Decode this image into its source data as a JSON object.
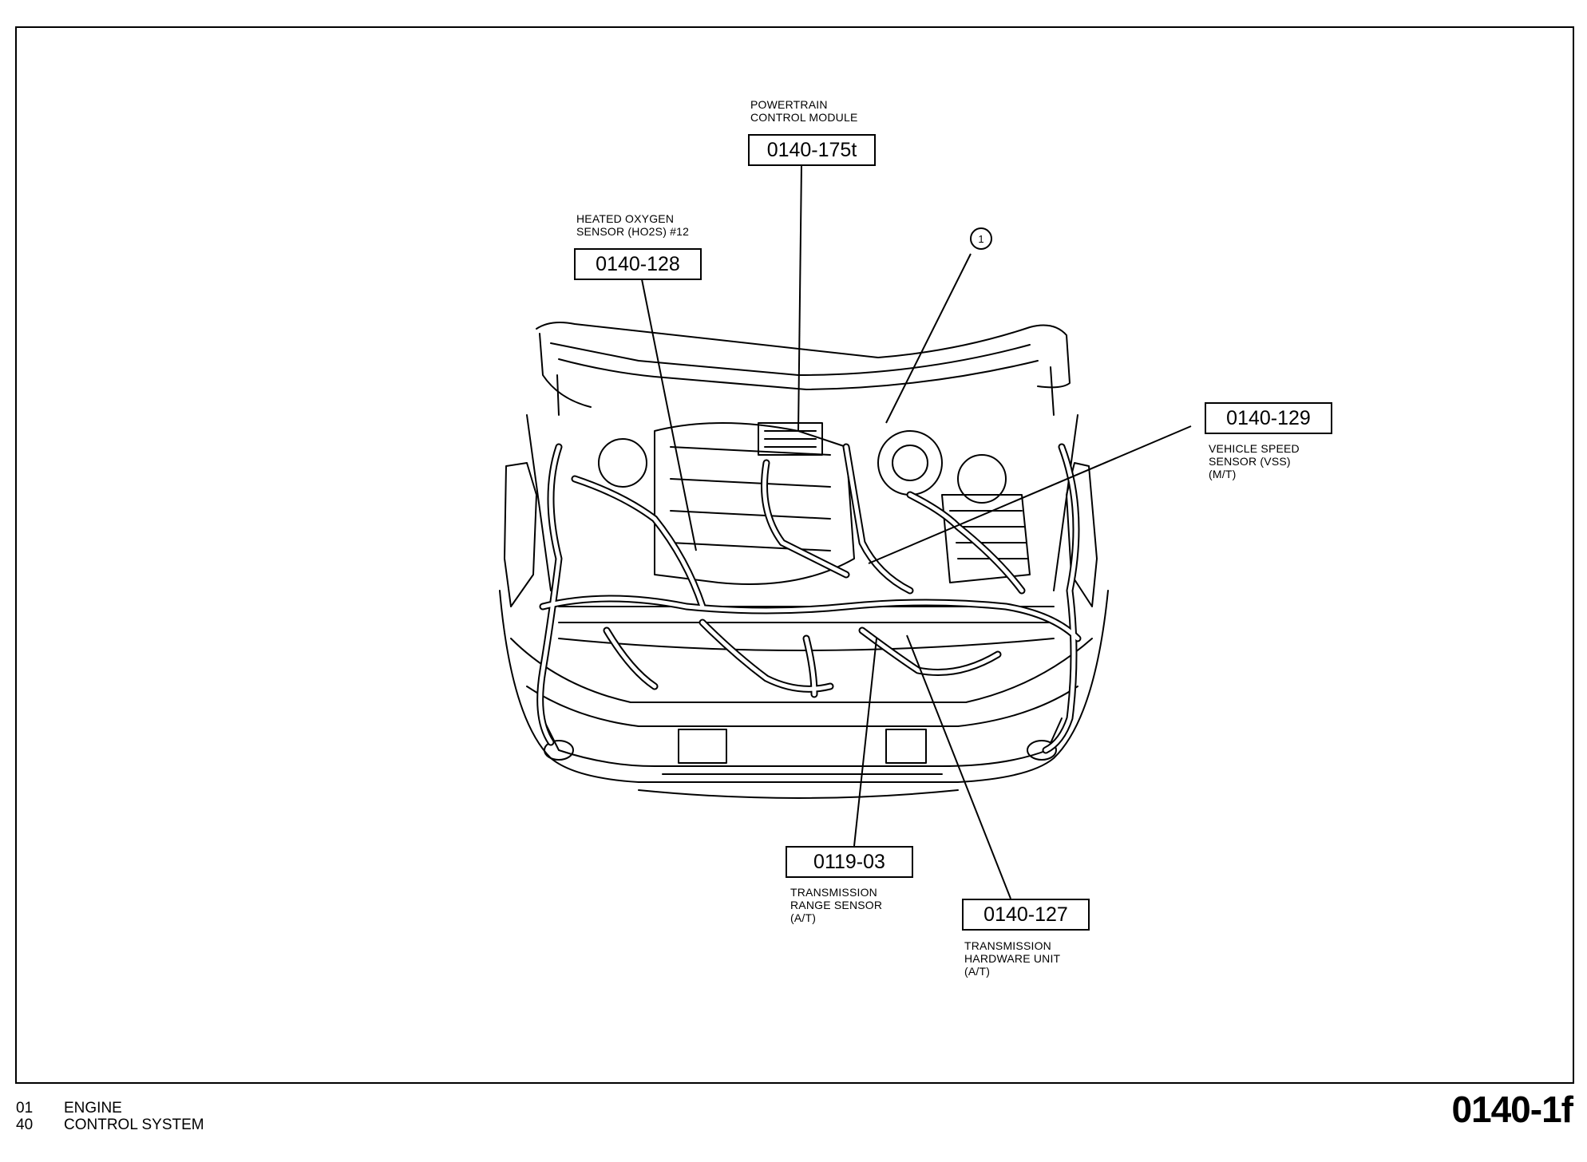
{
  "callouts": {
    "pcm": {
      "label": "POWERTRAIN\nCONTROL MODULE",
      "code": "0140-175t"
    },
    "ho2s": {
      "label": "HEATED OXYGEN\nSENSOR (HO2S) #12",
      "code": "0140-128"
    },
    "vss": {
      "label": "VEHICLE SPEED\nSENSOR (VSS)\n(M/T)",
      "code": "0140-129"
    },
    "trs": {
      "label": "TRANSMISSION\nRANGE SENSOR\n(A/T)",
      "code": "0119-03"
    },
    "thu": {
      "label": "TRANSMISSION\nHARDWARE UNIT\n(A/T)",
      "code": "0140-127"
    },
    "marker": {
      "number": "1"
    }
  },
  "footer": {
    "line1_num": "01",
    "line1_text": "ENGINE",
    "line2_num": "40",
    "line2_text": "CONTROL SYSTEM",
    "page_code": "0140-1f"
  }
}
